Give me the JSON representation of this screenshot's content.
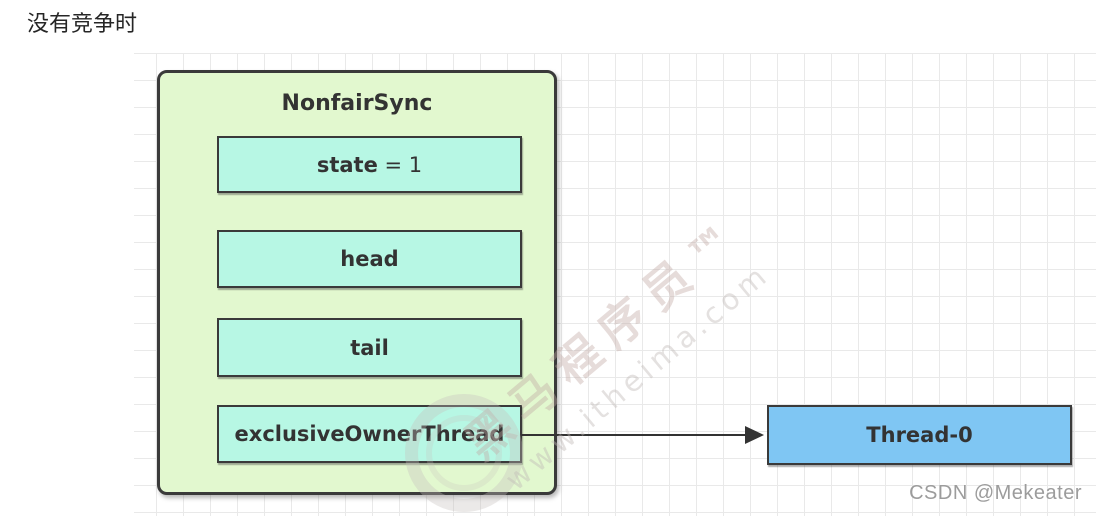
{
  "colors": {
    "container-bg": "#e2f8cf",
    "field-bg": "#b7f7e4",
    "thread-bg": "#7fc6f3",
    "border": "#3a3a3a",
    "text": "#333333",
    "grid-line": "#e9e9e9",
    "arrow": "#333333",
    "corner-watermark": "#9c9c9c"
  },
  "page": {
    "heading": "没有竞争时"
  },
  "diagram": {
    "container": {
      "title": "NonfairSync",
      "fields": [
        {
          "bold": "state",
          "rest": " = 1"
        },
        {
          "bold": "head",
          "rest": ""
        },
        {
          "bold": "tail",
          "rest": ""
        },
        {
          "bold": "exclusiveOwnerThread",
          "rest": ""
        }
      ]
    },
    "thread": {
      "label": "Thread-0"
    }
  },
  "watermark": {
    "brand_line1": "黑马程序员™",
    "brand_line2": "www.itheima.com",
    "corner": "CSDN @Mekeater"
  }
}
